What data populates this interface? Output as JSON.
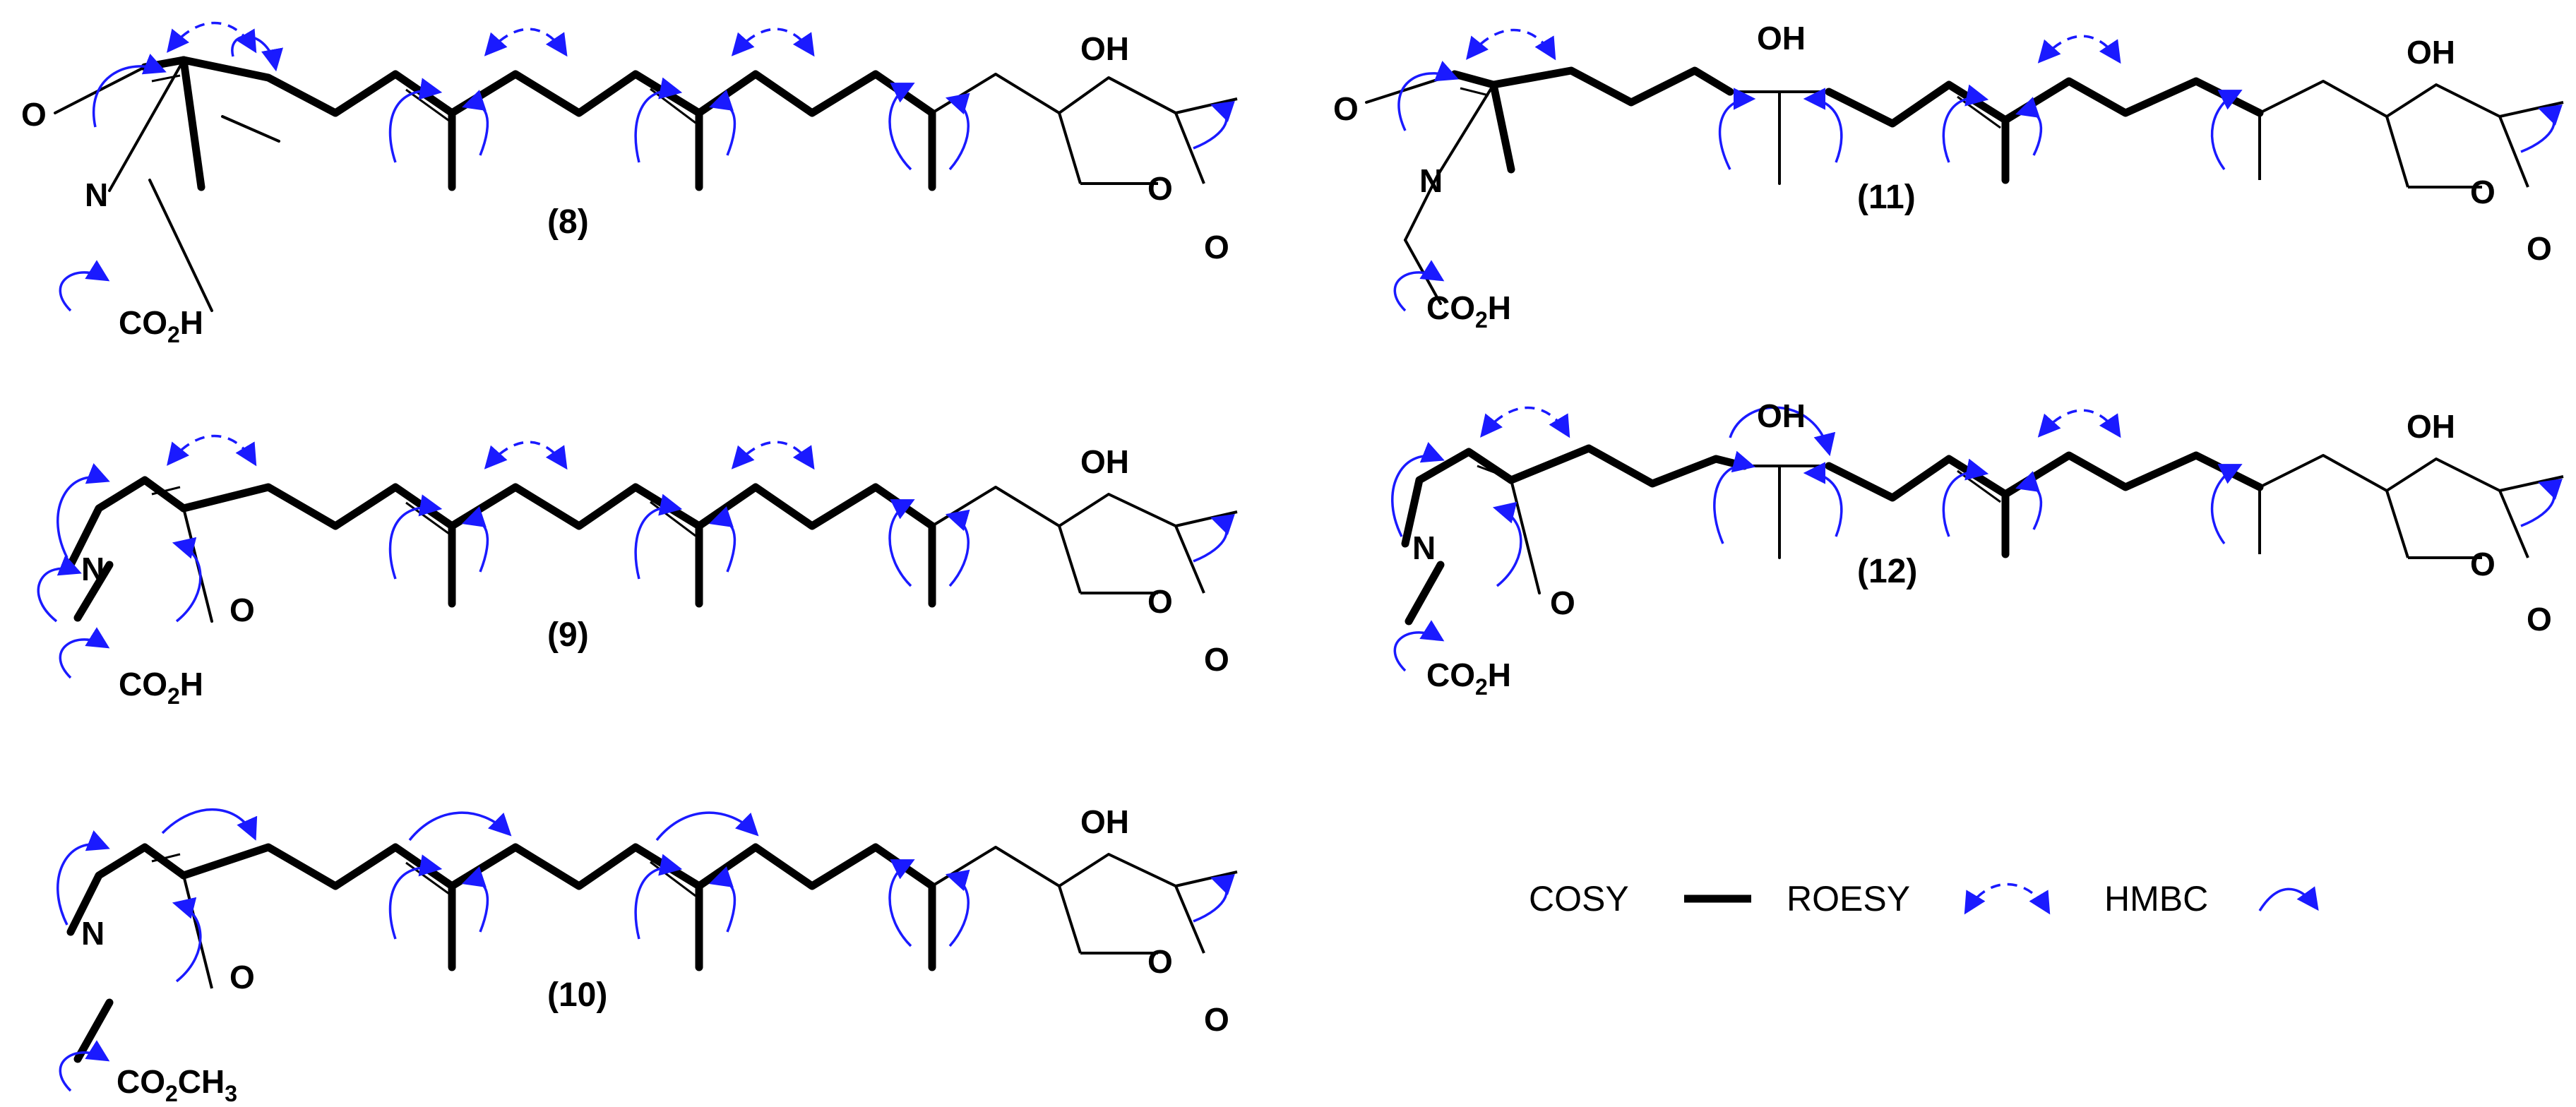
{
  "compounds": [
    {
      "label_open": "(",
      "number": "8",
      "label_close": ")",
      "head_O": "O",
      "head_N": "N",
      "acid": "CO",
      "acid_sub": "2",
      "acid_tail": "H",
      "oh1": "OH",
      "ring_O": "O",
      "lactone_O": "O"
    },
    {
      "label_open": "(",
      "number": "9",
      "label_close": ")",
      "head_O": "O",
      "head_N": "N",
      "acid": "CO",
      "acid_sub": "2",
      "acid_tail": "H",
      "oh1": "OH",
      "ring_O": "O",
      "lactone_O": "O"
    },
    {
      "label_open": "(",
      "number": "10",
      "label_close": ")",
      "head_O": "O",
      "head_N": "N",
      "acid": "CO",
      "acid_sub": "2",
      "acid_tail": "CH",
      "acid_sub2": "3",
      "oh1": "OH",
      "ring_O": "O",
      "lactone_O": "O"
    },
    {
      "label_open": "(",
      "number": "11",
      "label_close": ")",
      "head_O": "O",
      "head_N": "N",
      "acid": "CO",
      "acid_sub": "2",
      "acid_tail": "H",
      "oh_mid": "OH",
      "oh1": "OH",
      "ring_O": "O",
      "lactone_O": "O"
    },
    {
      "label_open": "(",
      "number": "12",
      "label_close": ")",
      "head_O": "O",
      "head_N": "N",
      "acid": "CO",
      "acid_sub": "2",
      "acid_tail": "H",
      "oh_mid": "OH",
      "oh1": "OH",
      "ring_O": "O",
      "lactone_O": "O"
    }
  ],
  "legend": {
    "cosy": "COSY",
    "roesy": "ROESY",
    "hmbc": "HMBC"
  },
  "colors": {
    "bond": "#000000",
    "correlation": "#1a1aff"
  }
}
